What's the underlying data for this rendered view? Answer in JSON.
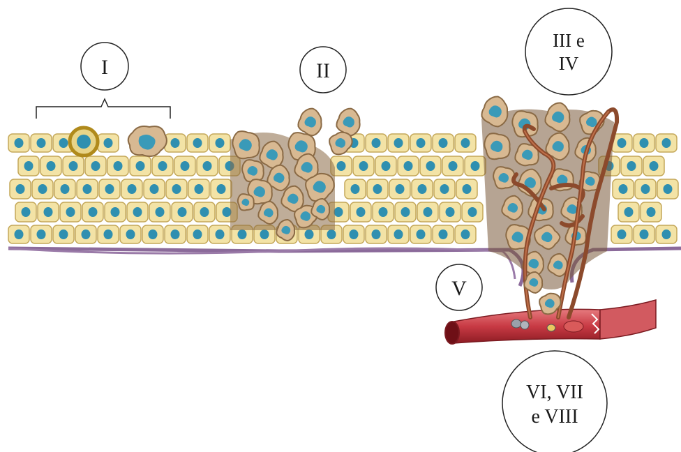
{
  "stage_labels": {
    "stage_1": "I",
    "stage_2": "II",
    "stage_3_4_line1": "III e",
    "stage_3_4_line2": "IV",
    "stage_5": "V",
    "stage_6_8_line1": "VI, VII",
    "stage_6_8_line2": "e VIII"
  },
  "colors": {
    "normal_cell_fill": "#f3e3a6",
    "normal_cell_stroke": "#c4a85a",
    "nucleus": "#2f8fb0",
    "tumor_cell_fill": "#d8b992",
    "tumor_cell_stroke": "#8a6a45",
    "tumor_nucleus": "#3a9ab8",
    "basement_membrane": "#8b6a9a",
    "vessel_wall": "#c8404a",
    "vessel_lumen": "#8b1a22",
    "capillary": "#a0583a",
    "mutated_ring": "#b08a1c"
  }
}
